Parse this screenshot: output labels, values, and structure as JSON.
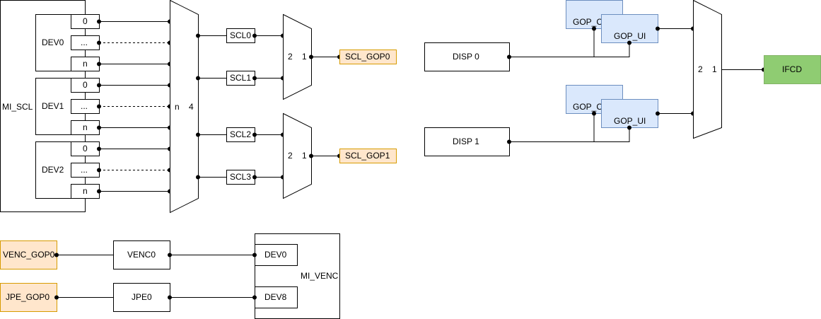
{
  "mi_scl": {
    "label": "MI_SCL",
    "devices": [
      {
        "name": "DEV0",
        "ports": [
          "0",
          "...",
          "n"
        ]
      },
      {
        "name": "DEV1",
        "ports": [
          "0",
          "...",
          "n"
        ]
      },
      {
        "name": "DEV2",
        "ports": [
          "0",
          "...",
          "n"
        ]
      }
    ]
  },
  "mux_in": {
    "input_label": "n",
    "output_label": "4"
  },
  "scl_boxes": [
    "SCL0",
    "SCL1",
    "SCL2",
    "SCL3"
  ],
  "mux_gop": [
    {
      "in_label": "2",
      "out_label": "1",
      "target": "SCL_GOP0"
    },
    {
      "in_label": "2",
      "out_label": "1",
      "target": "SCL_GOP1"
    }
  ],
  "disp": [
    {
      "label": "DISP 0",
      "gop_cur": "GOP_CUR",
      "gop_ui": "GOP_UI"
    },
    {
      "label": "DISP 1",
      "gop_cur": "GOP_CUR",
      "gop_ui": "GOP_UI"
    }
  ],
  "mux_disp": {
    "in_label": "2",
    "out_label": "1"
  },
  "ifcd": "IFCD",
  "venc": {
    "sources": [
      {
        "gop": "VENC_GOP0",
        "engine": "VENC0",
        "dev": "DEV0"
      },
      {
        "gop": "JPE_GOP0",
        "engine": "JPE0",
        "dev": "DEV8"
      }
    ],
    "label": "MI_VENC"
  },
  "colors": {
    "orange_fill": "#ffe6cc",
    "orange_stroke": "#d79b00",
    "blue_fill": "#dae8fc",
    "blue_stroke": "#6c8ebf",
    "green_fill": "#8fcc72",
    "green_stroke": "#82b366"
  }
}
